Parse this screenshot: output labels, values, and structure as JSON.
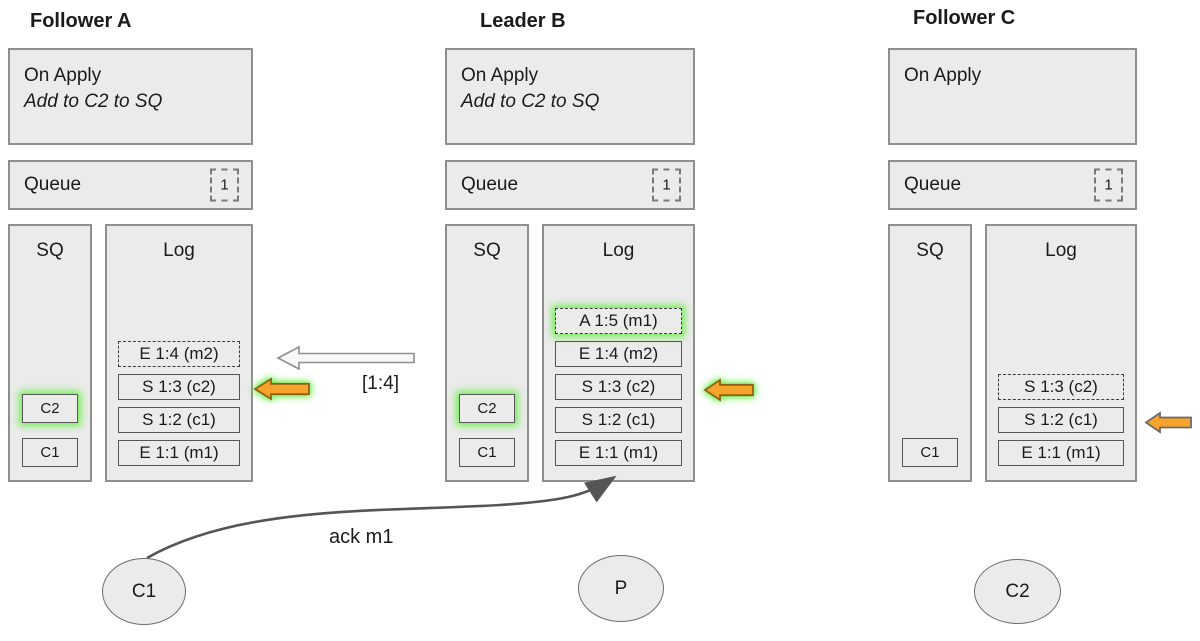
{
  "nodes": [
    {
      "title": "Follower A",
      "on_apply": {
        "title": "On Apply",
        "rule": "Add to C2 to SQ"
      },
      "queue": {
        "label": "Queue",
        "count": "1"
      },
      "sq": {
        "label": "SQ",
        "items": [
          {
            "label": "C2"
          },
          {
            "label": "C1"
          }
        ]
      },
      "log": {
        "label": "Log",
        "entries": [
          {
            "label": "E 1:4 (m2)"
          },
          {
            "label": "S 1:3 (c2)"
          },
          {
            "label": "S 1:2 (c1)"
          },
          {
            "label": "E 1:1 (m1)"
          }
        ]
      }
    },
    {
      "title": "Leader B",
      "on_apply": {
        "title": "On Apply",
        "rule": "Add to C2 to SQ"
      },
      "queue": {
        "label": "Queue",
        "count": "1"
      },
      "sq": {
        "label": "SQ",
        "items": [
          {
            "label": "C2"
          },
          {
            "label": "C1"
          }
        ]
      },
      "log": {
        "label": "Log",
        "entries": [
          {
            "label": "A 1:5 (m1)"
          },
          {
            "label": "E 1:4 (m2)"
          },
          {
            "label": "S 1:3 (c2)"
          },
          {
            "label": "S 1:2 (c1)"
          },
          {
            "label": "E 1:1 (m1)"
          }
        ]
      }
    },
    {
      "title": "Follower C",
      "on_apply": {
        "title": "On Apply",
        "rule": ""
      },
      "queue": {
        "label": "Queue",
        "count": "1"
      },
      "sq": {
        "label": "SQ",
        "items": [
          {
            "label": "C1"
          }
        ]
      },
      "log": {
        "label": "Log",
        "entries": [
          {
            "label": "S 1:3 (c2)"
          },
          {
            "label": "S 1:2 (c1)"
          },
          {
            "label": "E 1:1 (m1)"
          }
        ]
      }
    }
  ],
  "messages": {
    "append_range_label": "[1:4]",
    "ack_label": "ack m1"
  },
  "clients": [
    {
      "label": "C1"
    },
    {
      "label": "P"
    },
    {
      "label": "C2"
    }
  ],
  "colors": {
    "box_fill": "#ebebeb",
    "box_border": "#8f8f8f",
    "entry_border": "#565656",
    "orange": "#f6a42c",
    "orange_border": "#8d6215",
    "arrow_gray": "#555555"
  }
}
